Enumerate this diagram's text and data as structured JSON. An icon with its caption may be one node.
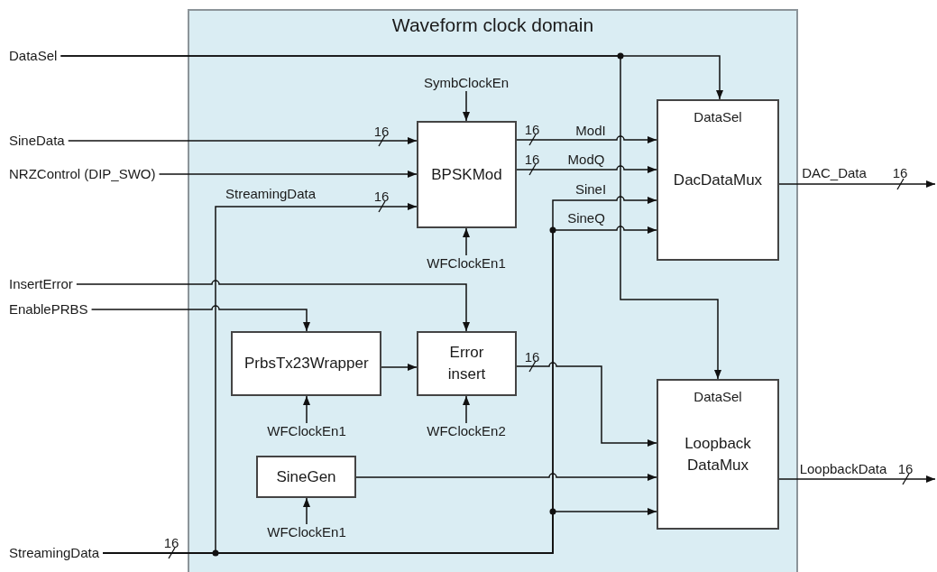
{
  "diagram": {
    "nodes": [
      {
        "text": [
          "Waveform clock domain"
        ]
      },
      {
        "text": [
          "DataSel"
        ]
      },
      {
        "text": [
          "SymbClockEn"
        ],
        "in": 0
      },
      {
        "text": [
          "SineData"
        ]
      },
      {
        "text": [
          "BPSKMod"
        ],
        "in": 0
      },
      {
        "text": [
          "DataSel",
          "DacDataMux"
        ],
        "in": 0
      },
      {
        "text": [
          "NRZControl (DIP_SWO)"
        ]
      },
      {
        "text": [
          "WFClockEn1"
        ],
        "in": 0
      },
      {
        "text": [
          "InsertError"
        ]
      },
      {
        "text": [
          "EnablePRBS"
        ]
      },
      {
        "text": [
          "PrbsTx23Wrapper"
        ],
        "in": 0
      },
      {
        "text": [
          "Error insert"
        ],
        "in": 0
      },
      {
        "text": [
          "WFClockEn1"
        ],
        "in": 0
      },
      {
        "text": [
          "WFClockEn2"
        ],
        "in": 0
      },
      {
        "text": [
          "DataSel",
          "Loopback DataMux"
        ],
        "in": 0
      },
      {
        "text": [
          "SineGen"
        ],
        "in": 0
      },
      {
        "text": [
          "WFClockEn1"
        ],
        "in": 0
      },
      {
        "text": [
          "StreamingData"
        ]
      }
    ],
    "edges": [
      {
        "from": 1,
        "to": 5,
        "arrow": "to"
      },
      {
        "from": 1,
        "to": 14,
        "arrow": "to"
      },
      {
        "from": 2,
        "to": 4,
        "arrow": "to"
      },
      {
        "from": 3,
        "to": 4,
        "arrow": "to"
      },
      {
        "from": 6,
        "to": 4,
        "arrow": "to"
      },
      {
        "from": 17,
        "to": 4,
        "arrow": "to",
        "label": "StreamingData"
      },
      {
        "from": 7,
        "to": 4,
        "arrow": "to"
      },
      {
        "from": 4,
        "to": 5,
        "arrow": "to",
        "label": "ModI"
      },
      {
        "from": 4,
        "to": 5,
        "arrow": "to",
        "label": "ModQ"
      },
      {
        "from": 17,
        "to": 5,
        "arrow": "to",
        "label": "SineI"
      },
      {
        "from": 17,
        "to": 5,
        "arrow": "to",
        "label": "SineQ"
      },
      {
        "from": 5,
        "to": null,
        "arrow": "to",
        "label": "DAC_Data"
      },
      {
        "from": 8,
        "to": 11,
        "arrow": "to"
      },
      {
        "from": 9,
        "to": 10,
        "arrow": "to"
      },
      {
        "from": 10,
        "to": 11,
        "arrow": "to"
      },
      {
        "from": 12,
        "to": 10,
        "arrow": "to"
      },
      {
        "from": 13,
        "to": 11,
        "arrow": "to"
      },
      {
        "from": 11,
        "to": 14,
        "arrow": "to"
      },
      {
        "from": 15,
        "to": 14,
        "arrow": "to"
      },
      {
        "from": 17,
        "to": 14,
        "arrow": "to"
      },
      {
        "from": 16,
        "to": 15,
        "arrow": "to"
      },
      {
        "from": 14,
        "to": null,
        "arrow": "to",
        "label": "LoopbackData"
      }
    ],
    "labels": [
      "16",
      "16",
      "16",
      "16",
      "16",
      "16",
      "16",
      "16"
    ]
  }
}
